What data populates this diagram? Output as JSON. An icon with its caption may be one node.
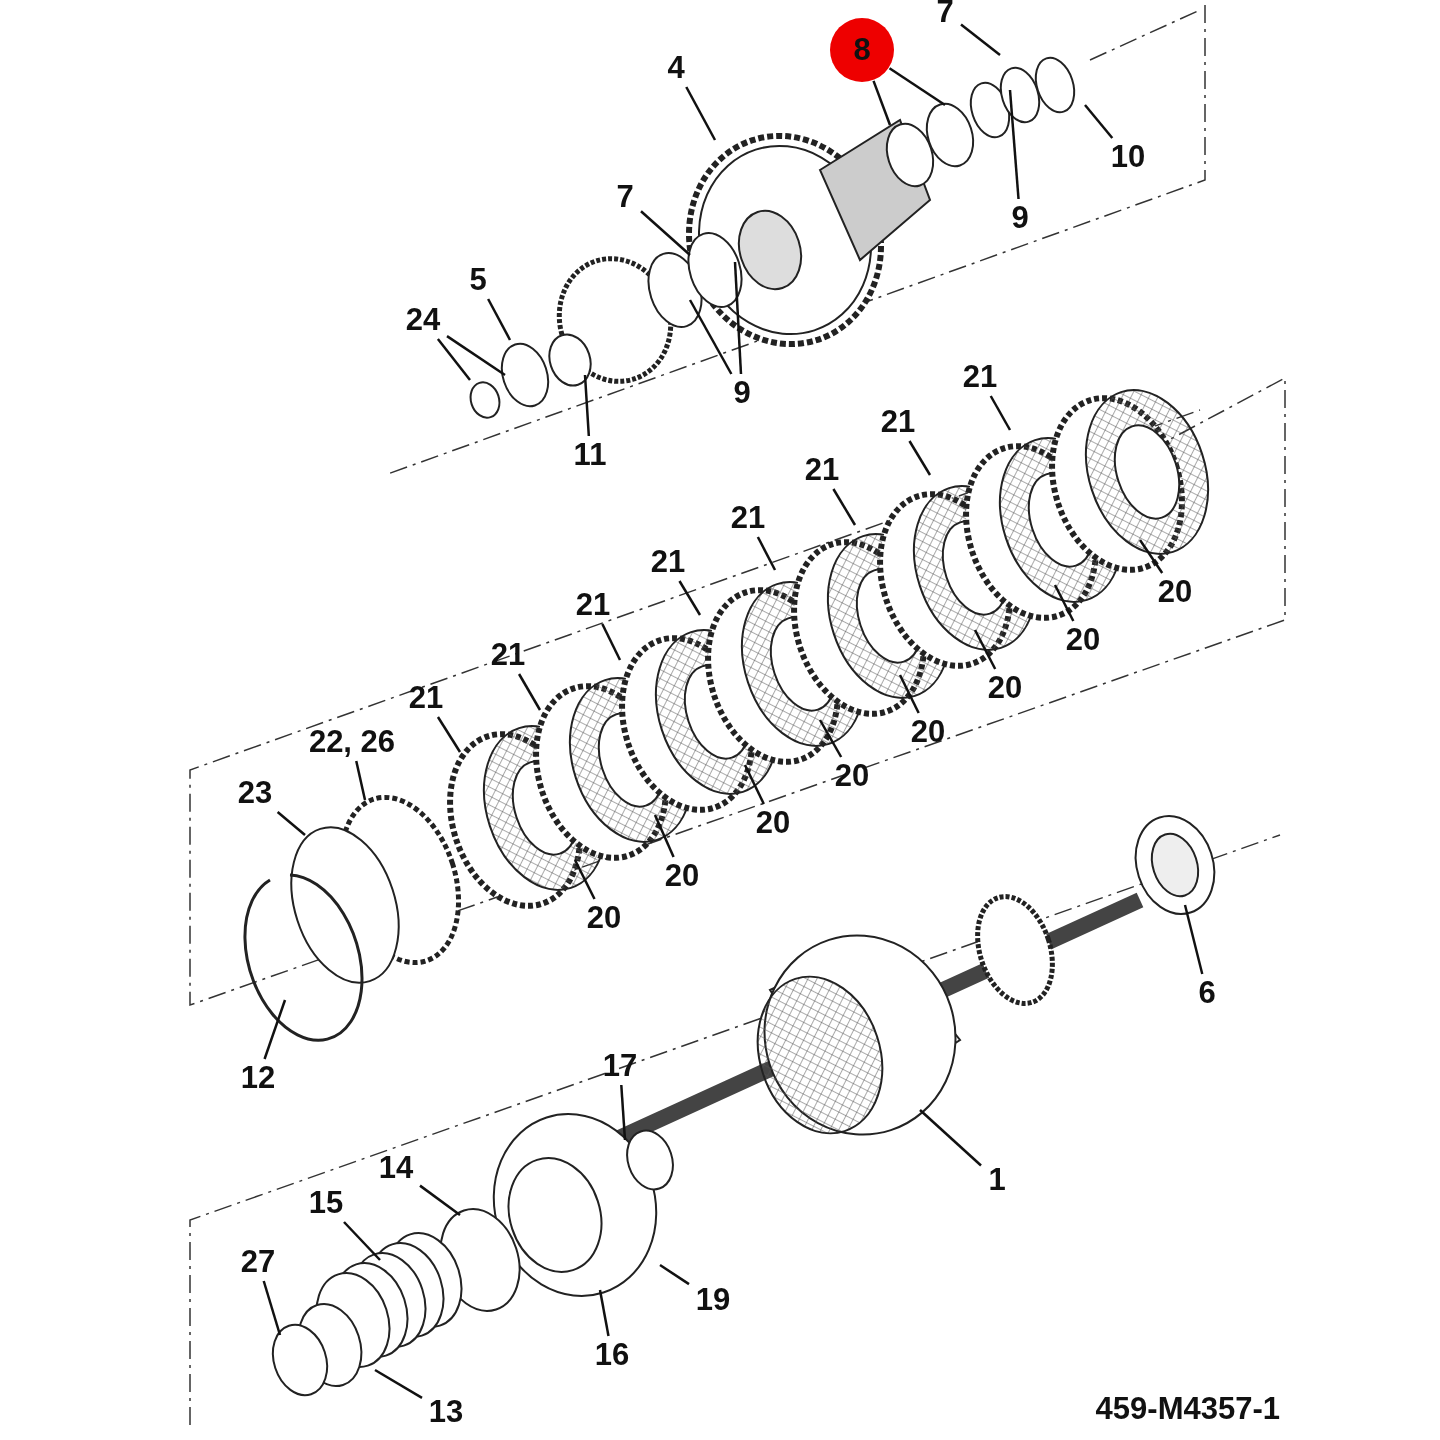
{
  "diagram": {
    "nodes": [
      {
        "text": [
          "7"
        ]
      },
      {
        "text": [
          "8"
        ]
      },
      {
        "text": [
          "4"
        ]
      },
      {
        "text": [
          "10"
        ]
      },
      {
        "text": [
          "7"
        ]
      },
      {
        "text": [
          "9"
        ]
      },
      {
        "text": [
          "5"
        ]
      },
      {
        "text": [
          "24"
        ]
      },
      {
        "text": [
          "9"
        ]
      },
      {
        "text": [
          "11"
        ]
      },
      {
        "text": [
          "21"
        ]
      },
      {
        "text": [
          "21"
        ]
      },
      {
        "text": [
          "21"
        ]
      },
      {
        "text": [
          "21"
        ]
      },
      {
        "text": [
          "21"
        ]
      },
      {
        "text": [
          "21"
        ]
      },
      {
        "text": [
          "21"
        ]
      },
      {
        "text": [
          "21"
        ]
      },
      {
        "text": [
          "20"
        ]
      },
      {
        "text": [
          "20"
        ]
      },
      {
        "text": [
          "20"
        ]
      },
      {
        "text": [
          "20"
        ]
      },
      {
        "text": [
          "20"
        ]
      },
      {
        "text": [
          "20"
        ]
      },
      {
        "text": [
          "20"
        ]
      },
      {
        "text": [
          "20"
        ]
      },
      {
        "text": [
          "22, 26"
        ]
      },
      {
        "text": [
          "23"
        ]
      },
      {
        "text": [
          "6"
        ]
      },
      {
        "text": [
          "12"
        ]
      },
      {
        "text": [
          "17"
        ]
      },
      {
        "text": [
          "1"
        ]
      },
      {
        "text": [
          "14"
        ]
      },
      {
        "text": [
          "15"
        ]
      },
      {
        "text": [
          "27"
        ]
      },
      {
        "text": [
          "19"
        ]
      },
      {
        "text": [
          "16"
        ]
      },
      {
        "text": [
          "13"
        ]
      }
    ],
    "edges": [
      {
        "from": 0,
        "to": null,
        "arrow": "none"
      },
      {
        "from": 1,
        "to": null,
        "arrow": "none"
      },
      {
        "from": 1,
        "to": null,
        "arrow": "none"
      },
      {
        "from": 2,
        "to": null,
        "arrow": "none"
      },
      {
        "from": 3,
        "to": null,
        "arrow": "none"
      },
      {
        "from": 4,
        "to": null,
        "arrow": "none"
      },
      {
        "from": 5,
        "to": null,
        "arrow": "none"
      },
      {
        "from": 6,
        "to": null,
        "arrow": "none"
      },
      {
        "from": 7,
        "to": null,
        "arrow": "none"
      },
      {
        "from": 7,
        "to": null,
        "arrow": "none"
      },
      {
        "from": 8,
        "to": null,
        "arrow": "none"
      },
      {
        "from": 8,
        "to": null,
        "arrow": "none"
      },
      {
        "from": 9,
        "to": null,
        "arrow": "none"
      },
      {
        "from": 10,
        "to": null,
        "arrow": "none"
      },
      {
        "from": 11,
        "to": null,
        "arrow": "none"
      },
      {
        "from": 12,
        "to": null,
        "arrow": "none"
      },
      {
        "from": 13,
        "to": null,
        "arrow": "none"
      },
      {
        "from": 14,
        "to": null,
        "arrow": "none"
      },
      {
        "from": 15,
        "to": null,
        "arrow": "none"
      },
      {
        "from": 16,
        "to": null,
        "arrow": "none"
      },
      {
        "from": 17,
        "to": null,
        "arrow": "none"
      },
      {
        "from": 18,
        "to": null,
        "arrow": "none"
      },
      {
        "from": 19,
        "to": null,
        "arrow": "none"
      },
      {
        "from": 20,
        "to": null,
        "arrow": "none"
      },
      {
        "from": 21,
        "to": null,
        "arrow": "none"
      },
      {
        "from": 22,
        "to": null,
        "arrow": "none"
      },
      {
        "from": 23,
        "to": null,
        "arrow": "none"
      },
      {
        "from": 24,
        "to": null,
        "arrow": "none"
      },
      {
        "from": 25,
        "to": null,
        "arrow": "none"
      },
      {
        "from": 26,
        "to": null,
        "arrow": "none"
      },
      {
        "from": 27,
        "to": null,
        "arrow": "none"
      },
      {
        "from": 28,
        "to": null,
        "arrow": "none"
      },
      {
        "from": 29,
        "to": null,
        "arrow": "none"
      },
      {
        "from": 30,
        "to": null,
        "arrow": "none"
      },
      {
        "from": 31,
        "to": null,
        "arrow": "none"
      },
      {
        "from": 32,
        "to": null,
        "arrow": "none"
      },
      {
        "from": 33,
        "to": null,
        "arrow": "none"
      },
      {
        "from": 34,
        "to": null,
        "arrow": "none"
      },
      {
        "from": 35,
        "to": null,
        "arrow": "none"
      },
      {
        "from": 36,
        "to": null,
        "arrow": "none"
      },
      {
        "from": 37,
        "to": null,
        "arrow": "none"
      }
    ],
    "labels": [
      "459-M4357-1"
    ]
  }
}
